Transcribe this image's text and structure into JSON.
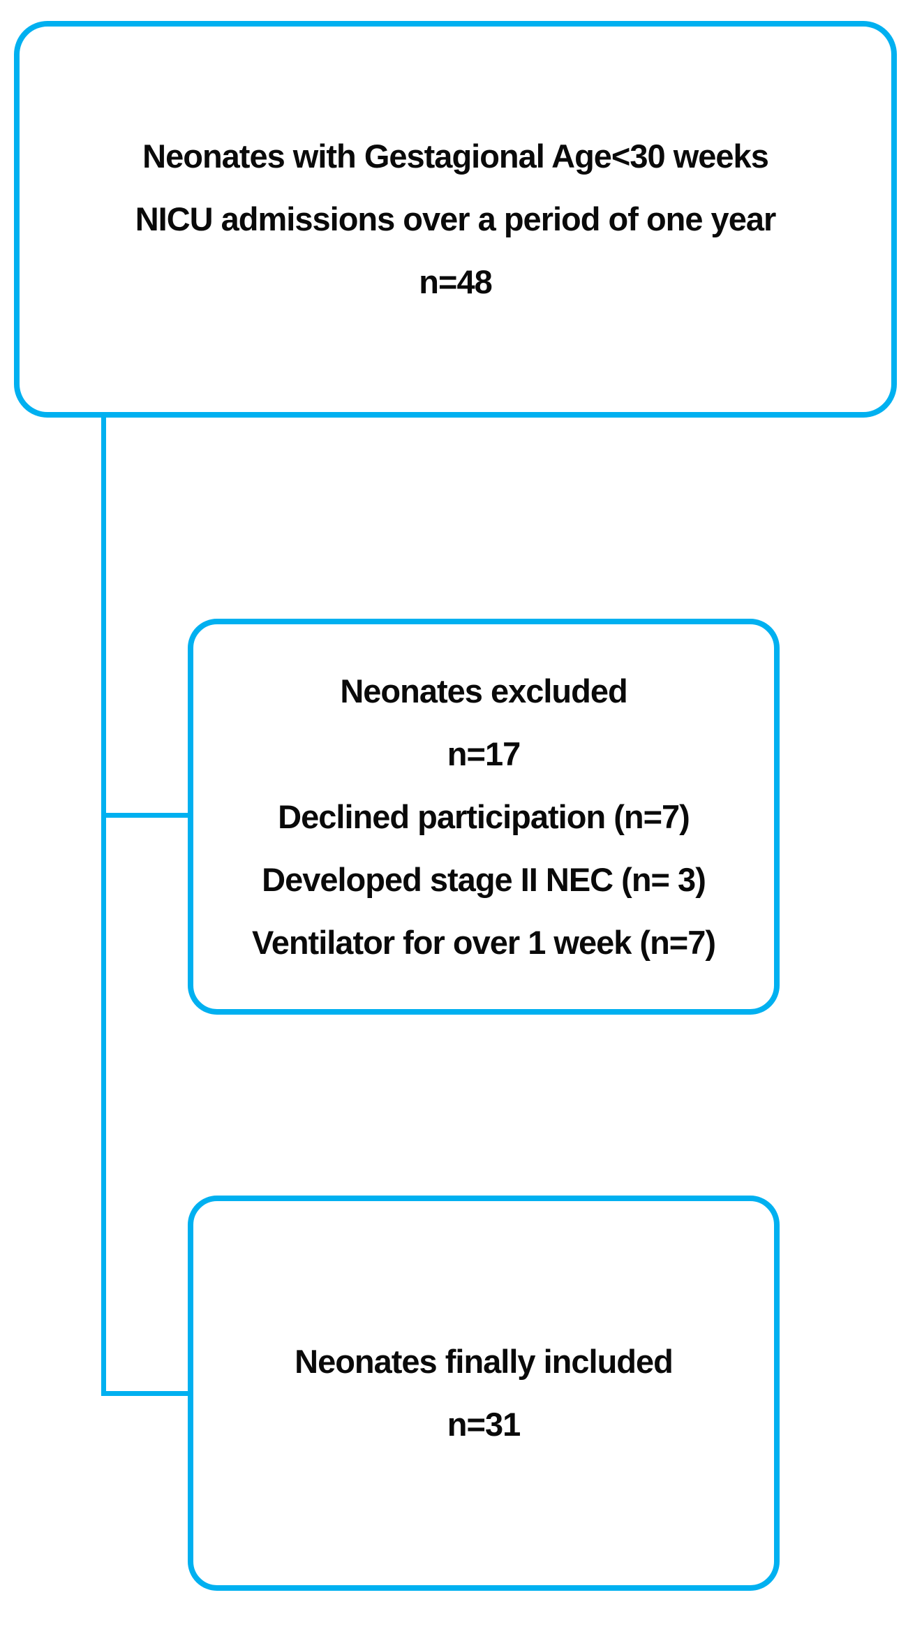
{
  "diagram": {
    "accent_color": "#00B0F0",
    "text_color": "#0a0a0a",
    "boxes": [
      {
        "id": "population",
        "lines": [
          "Neonates with Gestagional Age<30 weeks",
          "NICU admissions over a period of one year",
          "n=48"
        ]
      },
      {
        "id": "excluded",
        "lines": [
          "Neonates excluded",
          "n=17",
          "Declined participation (n=7)",
          "Developed stage II NEC (n= 3)",
          "Ventilator for over 1 week (n=7)"
        ]
      },
      {
        "id": "included",
        "lines": [
          "Neonates finally included",
          "n=31"
        ]
      }
    ]
  }
}
